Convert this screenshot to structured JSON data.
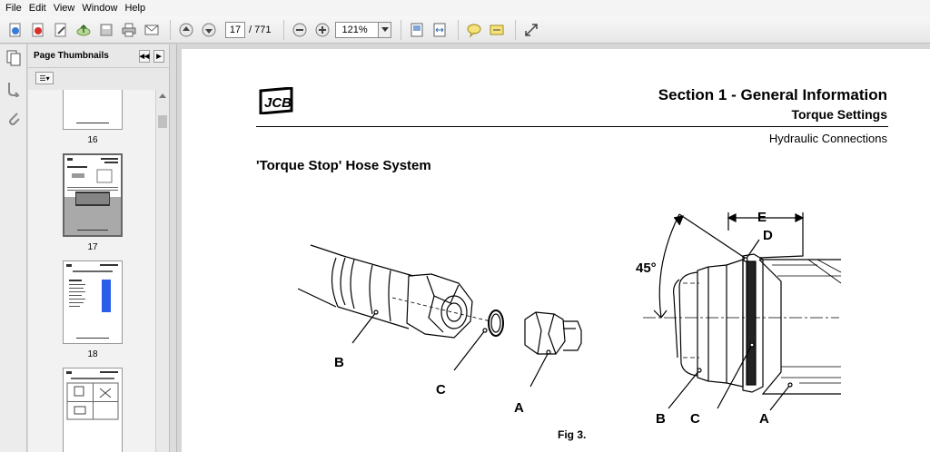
{
  "menu": [
    "File",
    "Edit",
    "View",
    "Window",
    "Help"
  ],
  "toolbar": {
    "current_page": "17",
    "total_pages": "/ 771",
    "zoom": "121%"
  },
  "icons": {
    "strip": [
      "thumbnails-icon",
      "clip-icon",
      "attachment-icon"
    ],
    "toolbar": [
      "create-pdf-icon",
      "acrobat-icon",
      "edit-icon",
      "upload-icon",
      "save-icon",
      "print-icon",
      "email-icon",
      "prev-page-icon",
      "next-page-icon",
      "zoom-out-icon",
      "zoom-in-icon",
      "fit-page-icon",
      "fit-width-icon",
      "comment-icon",
      "highlight-icon",
      "expand-icon"
    ]
  },
  "panel": {
    "title": "Page Thumbnails",
    "thumbs": [
      "16",
      "17",
      "18"
    ]
  },
  "document": {
    "logo_text": "JCB",
    "section_title": "Section 1 - General Information",
    "subsection": "Torque Settings",
    "topic": "Hydraulic Connections",
    "heading": "'Torque Stop' Hose System",
    "figure_caption": "Fig 3.",
    "labels": {
      "left_b": "B",
      "left_c": "C",
      "left_a": "A",
      "right_e": "E",
      "right_d": "D",
      "angle": "45°",
      "right_b": "B",
      "right_c": "C",
      "right_a": "A"
    }
  },
  "colors": {
    "toolbar_bg": "#ececec",
    "page_bg": "#ffffff",
    "workspace_bg": "#d6d6d6"
  }
}
